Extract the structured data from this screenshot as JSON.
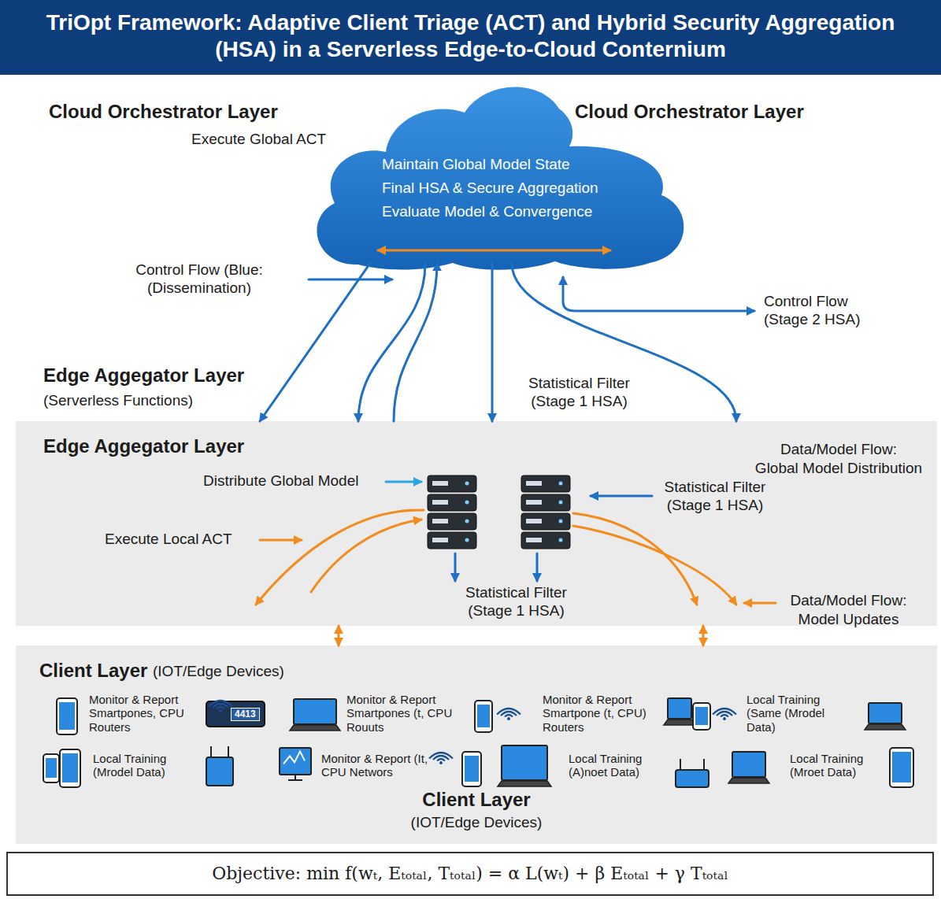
{
  "diagram": {
    "title": "TriOpt Framework: Adaptive Client Triage (ACT) and Hybrid Security Aggregation (HSA) in a Serverless Edge-to-Cloud Conternium",
    "nodes": [
      {
        "text": [
          "Maintain Global Model State",
          "Final HSA & Secure Aggregation",
          "Evaluate Model & Convergence"
        ]
      },
      {
        "text": [
          "Edge Aggegator Layer"
        ]
      },
      {
        "text": [
          "Client Layer",
          "(IOT/Edge Devices)",
          "Client Layer",
          "(IOT/Edge Devices)"
        ]
      },
      {
        "text": [
          "Objective: min f(wₜ, Eₜₒₜₐₗ, Tₜₒₜₐₗ) = α L(wₜ) + β Eₜₒₜₐₗ + γ Tₜₒₜₐₗ"
        ]
      }
    ],
    "edges": [
      {
        "from": 0,
        "to": 1,
        "arrow": "to"
      },
      {
        "from": 0,
        "to": 1,
        "arrow": "to"
      },
      {
        "from": 1,
        "to": 0,
        "arrow": "to"
      },
      {
        "from": 0,
        "to": 1,
        "arrow": "to"
      },
      {
        "from": 0,
        "to": 1,
        "arrow": "to"
      },
      {
        "from": 1,
        "to": 2,
        "arrow": "both"
      },
      {
        "from": 1,
        "to": 2,
        "arrow": "both"
      }
    ],
    "labels": [
      "Cloud Orchestrator Layer",
      "Execute Global ACT",
      "Cloud Orchestrator Layer",
      "Control Flow (Blue: (Dissemination)",
      "Control Flow (Stage 2 HSA)",
      "Edge Aggegator Layer",
      "(Serverless Functions)",
      "Statistical Filter (Stage 1 HSA)",
      "Distribute Global Model",
      "Data/Model Flow:",
      "Global Model Distribution",
      "Statistical Filter (Stage 1 HSA)",
      "Execute Local ACT",
      "Statistical Filter (Stage 1 HSA)",
      "Data/Model Flow:",
      "Model Updates",
      "Monitor & Report Smartpones, CPU Routers",
      "Monitor & Report Smartpones (t, CPU Rouuts",
      "Monitor & Report Smartpone (t, CPU) Routers",
      "Local Training (Same (Mrodel Data)",
      "Local Training (Mrodel Data)",
      "Monitor & Report (It, CPU Networs",
      "Local Training (A)noet Data)",
      "Local Training (Mroet Data)",
      "4413"
    ]
  }
}
